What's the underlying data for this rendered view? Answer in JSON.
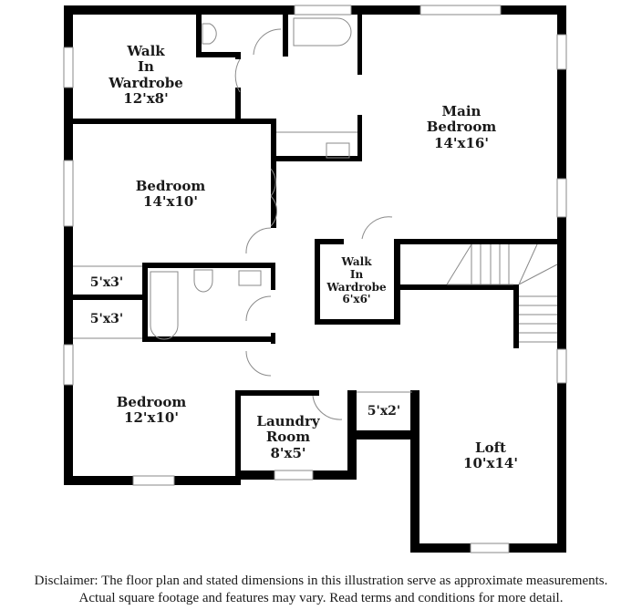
{
  "rooms": {
    "walk_in_wardrobe_1": {
      "lines": [
        "Walk",
        "In",
        "Wardrobe"
      ],
      "dims": "12'x8'"
    },
    "main_bedroom": {
      "lines": [
        "Main",
        "Bedroom"
      ],
      "dims": "14'x16'"
    },
    "bedroom_1": {
      "lines": [
        "Bedroom"
      ],
      "dims": "14'x10'"
    },
    "walk_in_wardrobe_2": {
      "lines": [
        "Walk",
        "In",
        "Wardrobe"
      ],
      "dims": "6'x6'"
    },
    "closet_1": {
      "dims": "5'x3'"
    },
    "closet_2": {
      "dims": "5'x3'"
    },
    "bedroom_2": {
      "lines": [
        "Bedroom"
      ],
      "dims": "12'x10'"
    },
    "laundry_room": {
      "lines": [
        "Laundry",
        "Room"
      ],
      "dims": "8'x5'"
    },
    "closet_3": {
      "dims": "5'x2'"
    },
    "loft": {
      "lines": [
        "Loft"
      ],
      "dims": "10'x14'"
    }
  },
  "disclaimer": {
    "line1": "Disclaimer: The floor plan and stated dimensions in this illustration serve as approximate measurements.",
    "line2": "Actual square footage and features may vary. Read terms and conditions for more detail."
  },
  "colors": {
    "wall": "#000000",
    "fixture": "#8a8a8a",
    "background": "#ffffff",
    "text": "#1a1a1a"
  }
}
